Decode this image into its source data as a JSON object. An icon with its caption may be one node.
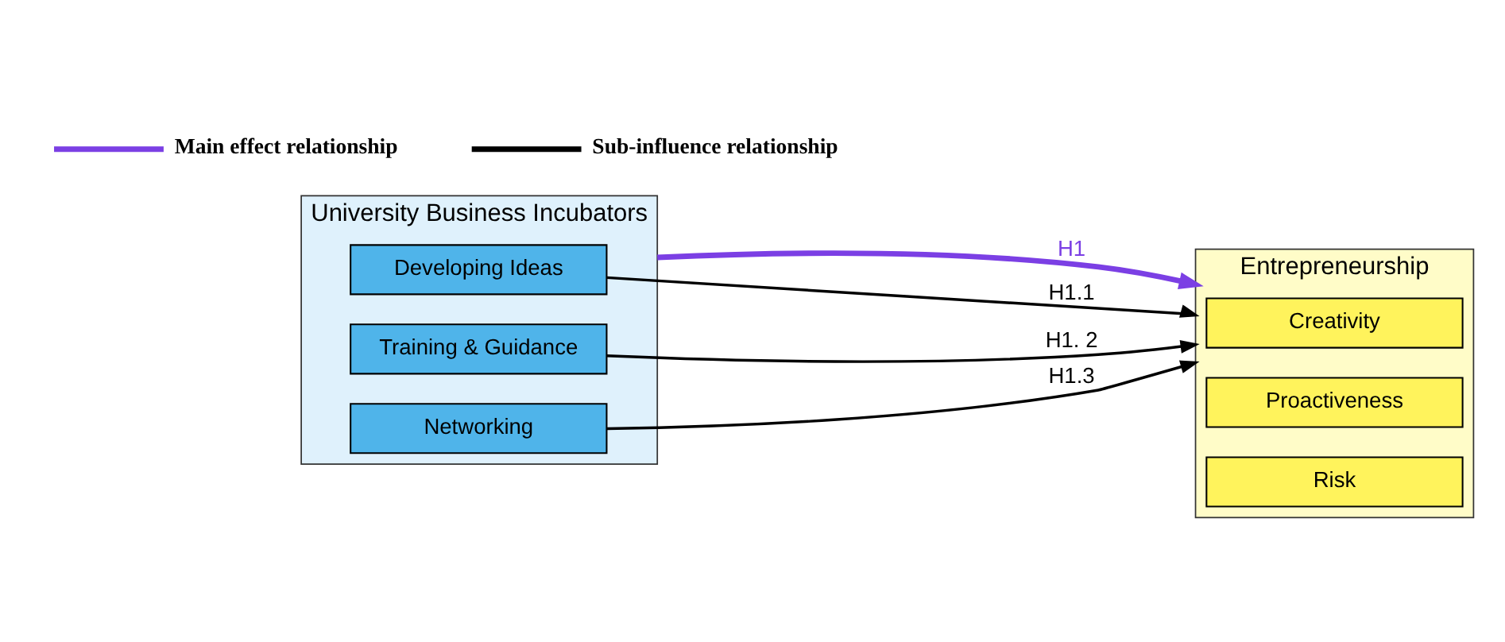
{
  "diagram": {
    "nodes": [
      {
        "text": [
          "University Business Incubators"
        ]
      },
      {
        "text": [
          "Developing Ideas"
        ],
        "in": 0
      },
      {
        "text": [
          "Training & Guidance"
        ],
        "in": 0
      },
      {
        "text": [
          "Networking"
        ],
        "in": 0
      },
      {
        "text": [
          "Entrepreneurship"
        ]
      },
      {
        "text": [
          "Creativity"
        ],
        "in": 4
      },
      {
        "text": [
          "Proactiveness"
        ],
        "in": 4
      },
      {
        "text": [
          "Risk"
        ],
        "in": 4
      }
    ],
    "edges": [
      {
        "from": 0,
        "to": 4,
        "arrow": "to",
        "label": "H1",
        "style": "thick",
        "color": "#7b3fe4"
      },
      {
        "from": 1,
        "to": 4,
        "arrow": "to",
        "label": "H1.1"
      },
      {
        "from": 2,
        "to": 4,
        "arrow": "to",
        "label": "H1. 2"
      },
      {
        "from": 3,
        "to": 4,
        "arrow": "to",
        "label": "H1.3"
      }
    ],
    "legend": [
      {
        "text": "Main effect relationship"
      },
      {
        "text": "Sub-influence relationship"
      }
    ]
  }
}
